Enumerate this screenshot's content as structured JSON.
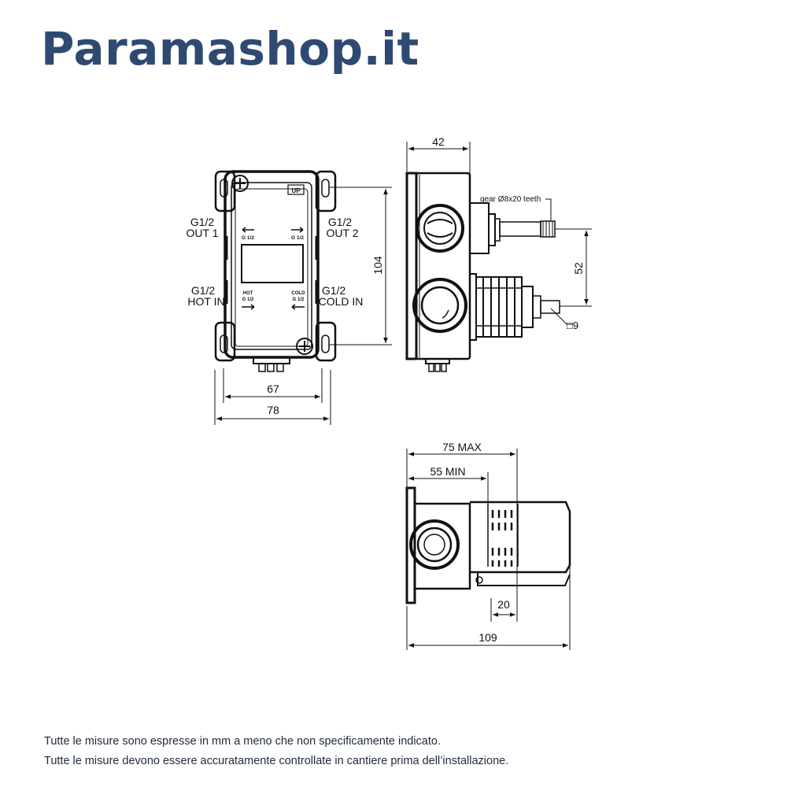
{
  "brand": {
    "name": "Paramashop.it"
  },
  "colors": {
    "brand": "#2f4a72",
    "line": "#111111"
  },
  "front_view": {
    "labels": {
      "out1_size": "G1/2",
      "out1_name": "OUT 1",
      "out2_size": "G1/2",
      "out2_name": "OUT 2",
      "hot_size": "G1/2",
      "hot_name": "HOT IN",
      "cold_size": "G1/2",
      "cold_name": "COLD IN",
      "up": "UP",
      "g1": "G 1/2",
      "g2": "G 1/2",
      "hot": "HOT",
      "hot_g": "G 1/2",
      "cold": "COLD",
      "cold_g": "G 1/2"
    },
    "dims": {
      "height": "104",
      "inner_width": "67",
      "outer_width": "78"
    }
  },
  "side_view": {
    "dims": {
      "depth": "42",
      "spacing": "52"
    },
    "gear_label": "gear Ø8x20 teeth",
    "square_label": "□9"
  },
  "top_view": {
    "dims": {
      "max": "75 MAX",
      "min": "55 MIN",
      "small": "20",
      "total": "109"
    }
  },
  "footer": {
    "line1": "Tutte le misure sono espresse in mm a meno che non specificamente indicato.",
    "line2": "Tutte le misure devono essere accuratamente controllate in cantiere prima dell’installazione."
  }
}
